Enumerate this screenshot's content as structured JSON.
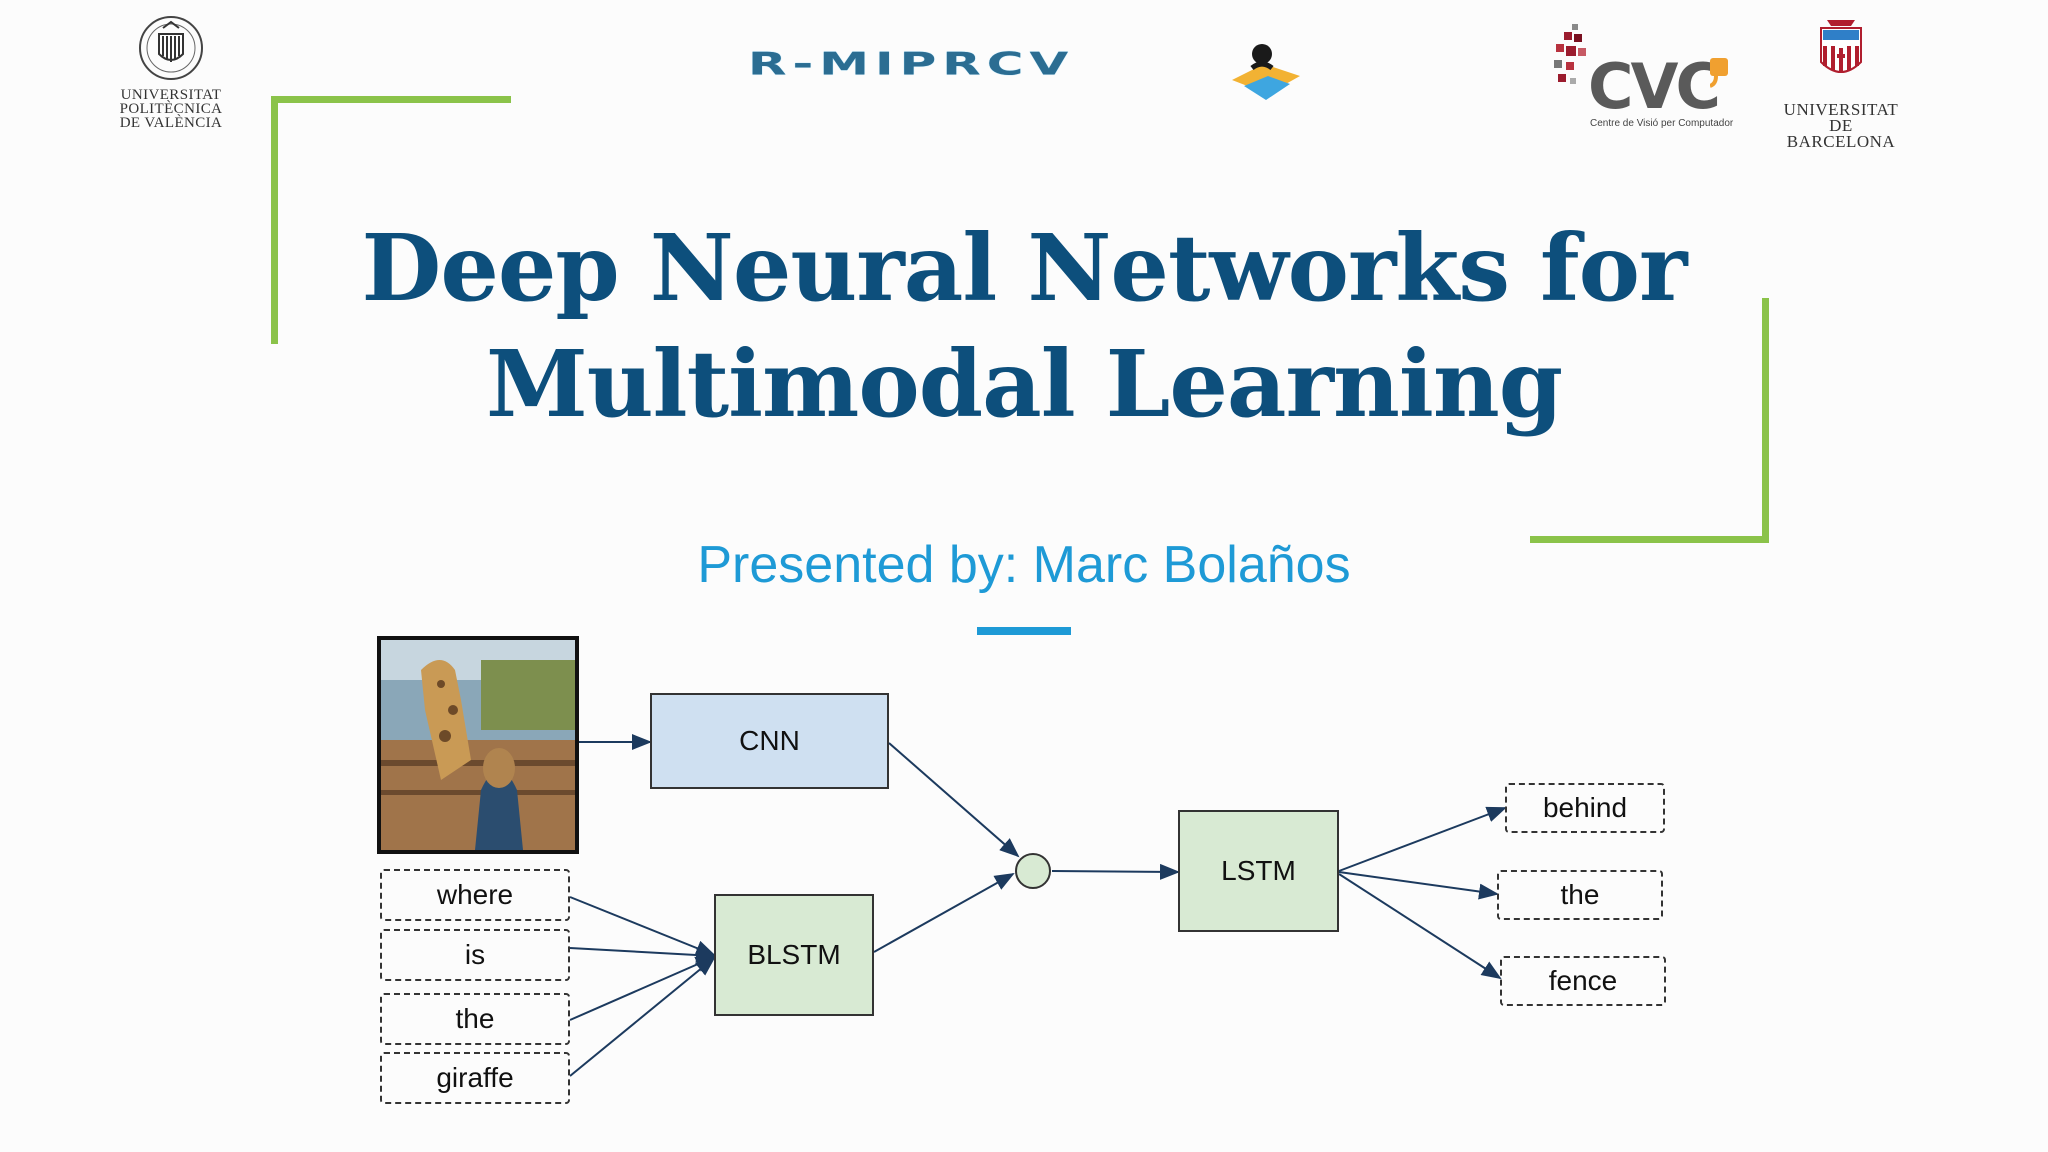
{
  "logos": {
    "upv": {
      "name": "Universitat Politècnica de València",
      "text": "UNIVERSITAT\nPOLITÈCNICA\nDE VALÈNCIA"
    },
    "rmip": {
      "text": "R-MIPRCV"
    },
    "cvc": {
      "text": "CVC",
      "subtitle": "Centre de Visió per Computador"
    },
    "ub": {
      "text": "UNIVERSITAT DE\nBARCELONA"
    }
  },
  "slide": {
    "title": "Deep Neural Networks for\nMultimodal Learning",
    "presenter": "Presented by: Marc Bolaños"
  },
  "diagram": {
    "cnn": "CNN",
    "blstm": "BLSTM",
    "lstm": "LSTM",
    "input_words": [
      "where",
      "is",
      "the",
      "giraffe"
    ],
    "output_words": [
      "behind",
      "the",
      "fence"
    ]
  },
  "colors": {
    "title": "#0d4f7c",
    "presenter": "#1e9ad6",
    "bracket": "#8bc34a",
    "cnn_box": "#cfe0f1",
    "lstm_box": "#d8ead3",
    "arrow": "#1c3a5e"
  }
}
